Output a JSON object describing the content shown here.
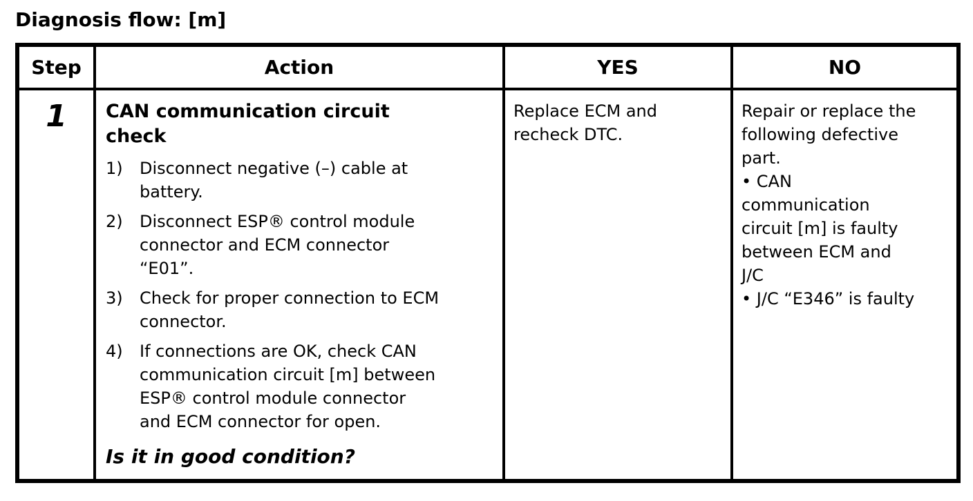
{
  "page_title": "Diagnosis flow: [m]",
  "table": {
    "headers": {
      "step": "Step",
      "action": "Action",
      "yes": "YES",
      "no": "NO"
    },
    "rows": [
      {
        "step": "1",
        "action": {
          "heading": "CAN communication circuit\ncheck",
          "steps": [
            {
              "num": "1)",
              "text": "Disconnect negative (–) cable at\nbattery."
            },
            {
              "num": "2)",
              "text": "Disconnect ESP® control module\nconnector and ECM connector\n“E01”."
            },
            {
              "num": "3)",
              "text": "Check for proper connection to ECM\nconnector."
            },
            {
              "num": "4)",
              "text": "If connections are OK, check CAN\ncommunication circuit [m] between\nESP® control module connector\nand ECM connector for open."
            }
          ],
          "question": "Is it in good condition?"
        },
        "yes": "Replace ECM and\nrecheck DTC.",
        "no": "Repair or replace the\nfollowing defective\npart.\n• CAN\ncommunication\ncircuit [m] is faulty\nbetween ECM and\nJ/C\n• J/C “E346” is faulty"
      }
    ]
  }
}
